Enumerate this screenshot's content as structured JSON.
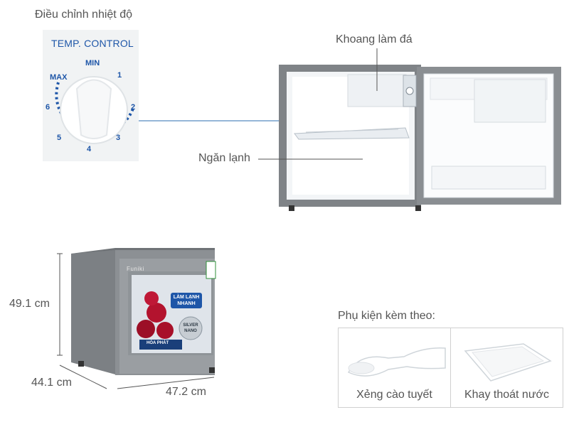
{
  "header": {
    "title": "Điều chỉnh nhiệt độ"
  },
  "dial": {
    "title": "TEMP. CONTROL",
    "marks": {
      "min": "MIN",
      "max": "MAX",
      "n1": "1",
      "n2": "2",
      "n3": "3",
      "n4": "4",
      "n5": "5",
      "n6": "6"
    },
    "accent_color": "#1e56a8"
  },
  "fridge_interior": {
    "freezer_label": "Khoang làm đá",
    "chiller_label": "Ngăn lạnh"
  },
  "fridge_front": {
    "brand": "Funiki",
    "sticker_line1": "LÀM LẠNH",
    "sticker_line2": "NHANH",
    "sticker_line3": "SILVER",
    "sticker_line4": "NANO",
    "sticker_logo": "HÒA PHÁT"
  },
  "dimensions": {
    "height": "49.1 cm",
    "depth": "44.1 cm",
    "width": "47.2 cm"
  },
  "accessories": {
    "title": "Phụ kiện kèm theo:",
    "items": [
      {
        "label": "Xẻng cào tuyết",
        "icon": "ice-scraper-icon"
      },
      {
        "label": "Khay thoát nước",
        "icon": "drip-tray-icon"
      }
    ]
  }
}
